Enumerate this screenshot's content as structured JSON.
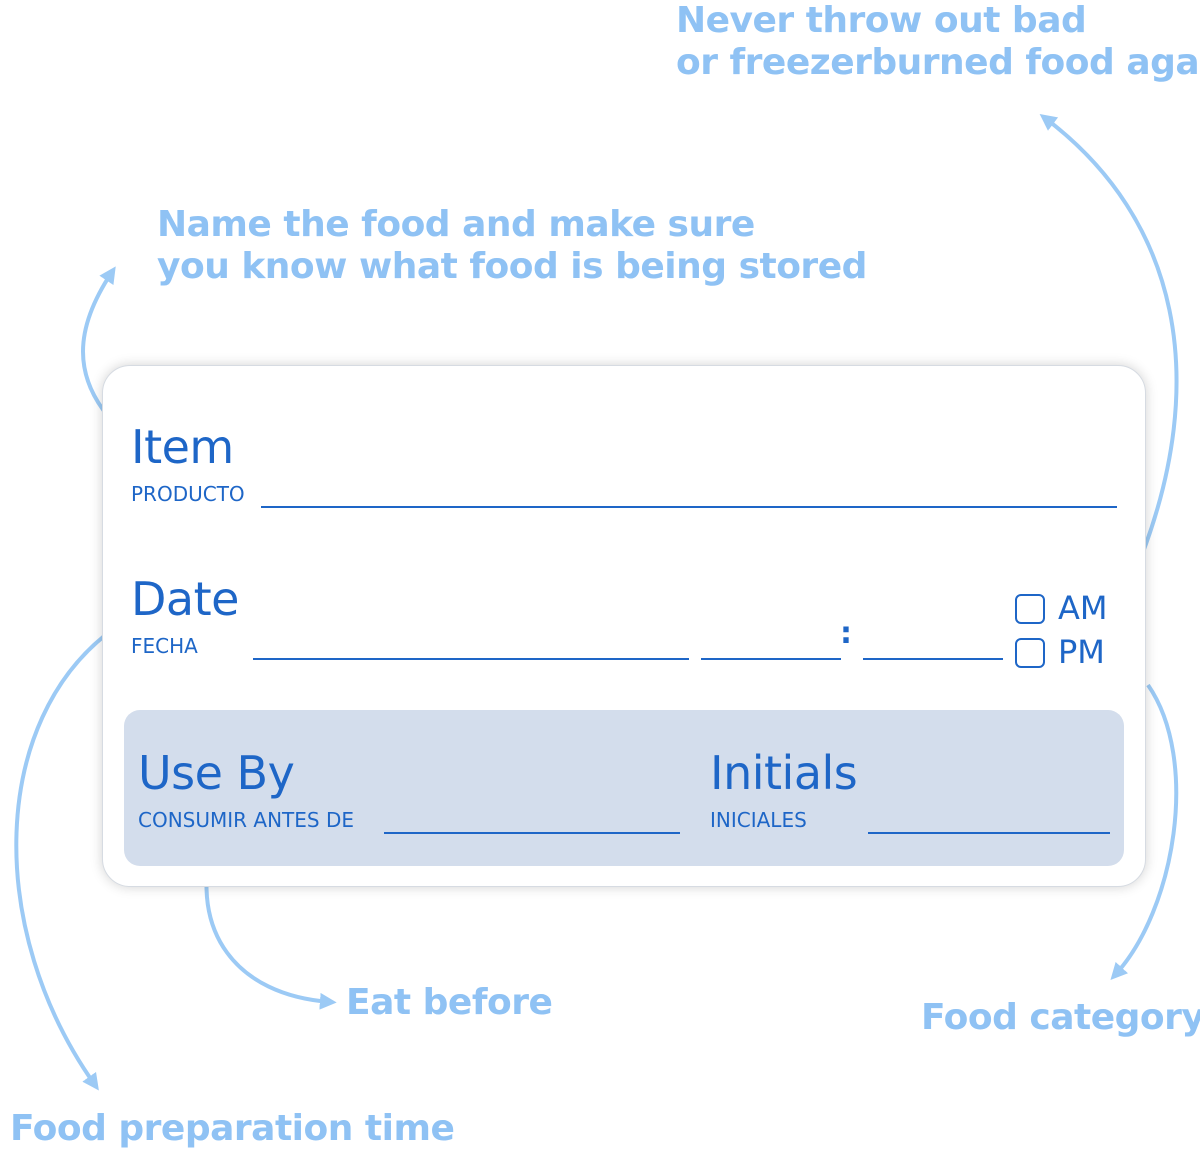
{
  "callouts": {
    "never_throw": [
      "Never throw out bad",
      "or freezerburned food again!"
    ],
    "name_food": [
      "Name the food and make sure",
      "you know what food is being stored"
    ],
    "eat_before": "Eat before",
    "food_category": "Food category",
    "prep_time": "Food preparation time"
  },
  "label": {
    "item": {
      "title": "Item",
      "subtitle": "PRODUCTO"
    },
    "date": {
      "title": "Date",
      "subtitle": "FECHA",
      "time_separator": ":"
    },
    "meridiem": {
      "am": "AM",
      "pm": "PM"
    },
    "use_by": {
      "title": "Use By",
      "subtitle": "CONSUMIR ANTES DE"
    },
    "initials": {
      "title": "Initials",
      "subtitle": "INICIALES"
    }
  },
  "colors": {
    "label_text": "#1e66c7",
    "callout_text": "#8fc2f4",
    "arrow": "#9ccaf5",
    "panel_fill": "#d3ddec"
  },
  "icons": {
    "checkbox_am": "checkbox-icon",
    "checkbox_pm": "checkbox-icon",
    "arrows": "curved-arrow-icon"
  }
}
